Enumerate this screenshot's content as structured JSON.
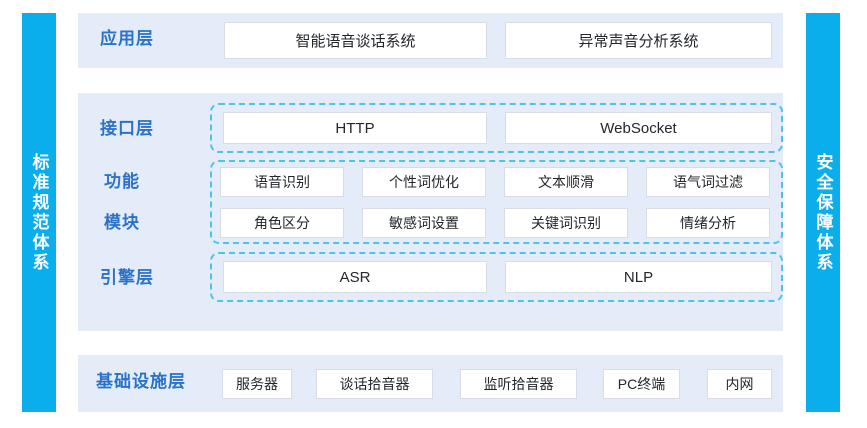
{
  "sidebars": {
    "left": {
      "name": "standards-system",
      "text": "标准规范体系"
    },
    "right": {
      "name": "security-system",
      "text": "安全保障体系"
    }
  },
  "colors": {
    "accent_blue": "#0aaeea",
    "panel_bg": "#e4ecfa",
    "label_blue": "#2a72c8",
    "dashed_border": "#4ec3e8",
    "box_bg": "#ffffff",
    "box_border": "#d8dde5",
    "page_bg": "#ffffff"
  },
  "layers": {
    "application": {
      "label": "应用层",
      "boxes": [
        {
          "label": "智能语音谈话系统"
        },
        {
          "label": "异常声音分析系统"
        }
      ]
    },
    "interface": {
      "label": "接口层",
      "boxes": [
        {
          "label": "HTTP"
        },
        {
          "label": "WebSocket"
        }
      ]
    },
    "function_module": {
      "label_line1": "功能",
      "label_line2": "模块",
      "rows": [
        [
          {
            "label": "语音识别"
          },
          {
            "label": "个性词优化"
          },
          {
            "label": "文本顺滑"
          },
          {
            "label": "语气词过滤"
          }
        ],
        [
          {
            "label": "角色区分"
          },
          {
            "label": "敏感词设置"
          },
          {
            "label": "关键词识别"
          },
          {
            "label": "情绪分析"
          }
        ]
      ]
    },
    "engine": {
      "label": "引擎层",
      "boxes": [
        {
          "label": "ASR"
        },
        {
          "label": "NLP"
        }
      ]
    },
    "infrastructure": {
      "label": "基础设施层",
      "boxes": [
        {
          "label": "服务器"
        },
        {
          "label": "谈话拾音器"
        },
        {
          "label": "监听拾音器"
        },
        {
          "label": "PC终端"
        },
        {
          "label": "内网"
        }
      ]
    }
  }
}
